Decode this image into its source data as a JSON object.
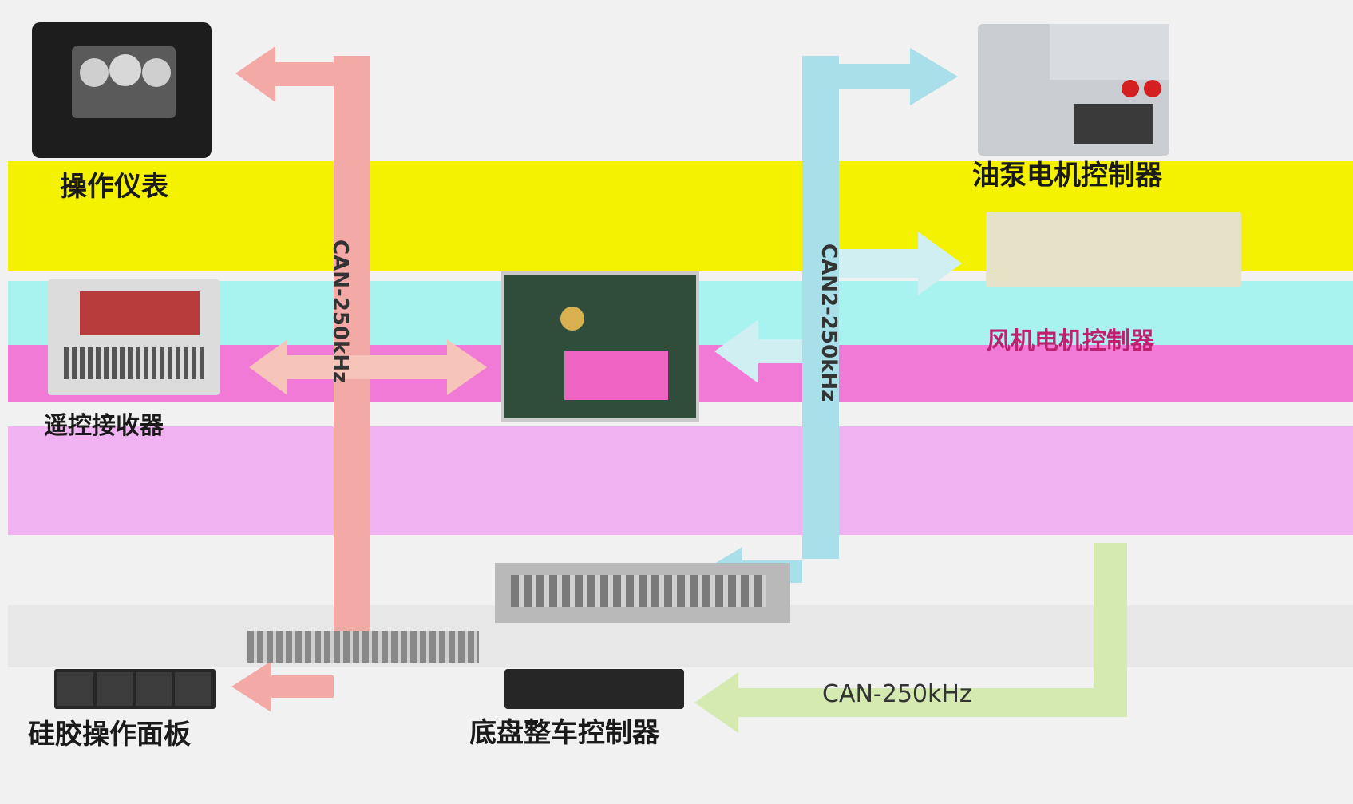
{
  "diagram": {
    "nodes": {
      "instrument": {
        "label": "操作仪表",
        "icon": "dashboard-display-icon"
      },
      "oil_pump_ctrl": {
        "label": "油泵电机控制器",
        "icon": "motor-controller-box-icon"
      },
      "fan_ctrl": {
        "label": "风机电机控制器",
        "icon": "motor-controller-board-icon"
      },
      "remote_receiver": {
        "label": "遥控接收器",
        "icon": "receiver-module-icon"
      },
      "gateway": {
        "label": "",
        "icon": "gateway-module-icon"
      },
      "vehicle_ctrl": {
        "label": "底盘整车控制器",
        "icon": "vehicle-controller-icon"
      },
      "panel": {
        "label": "硅胶操作面板",
        "icon": "keypad-panel-icon"
      }
    },
    "links": {
      "can_left": "CAN-250kHz",
      "can_right": "CAN2-250kHz",
      "can_bottom": "CAN-250kHz"
    }
  },
  "colors": {
    "arrow_red": "#f3a9a6",
    "arrow_blue": "#a8dfe8",
    "band_yellow": "#f4f200",
    "band_cyan": "#a8f2f0",
    "band_magenta": "#f27ad7",
    "band_pink": "#f2b2f0",
    "arrow_green": "#cfe9a0"
  }
}
